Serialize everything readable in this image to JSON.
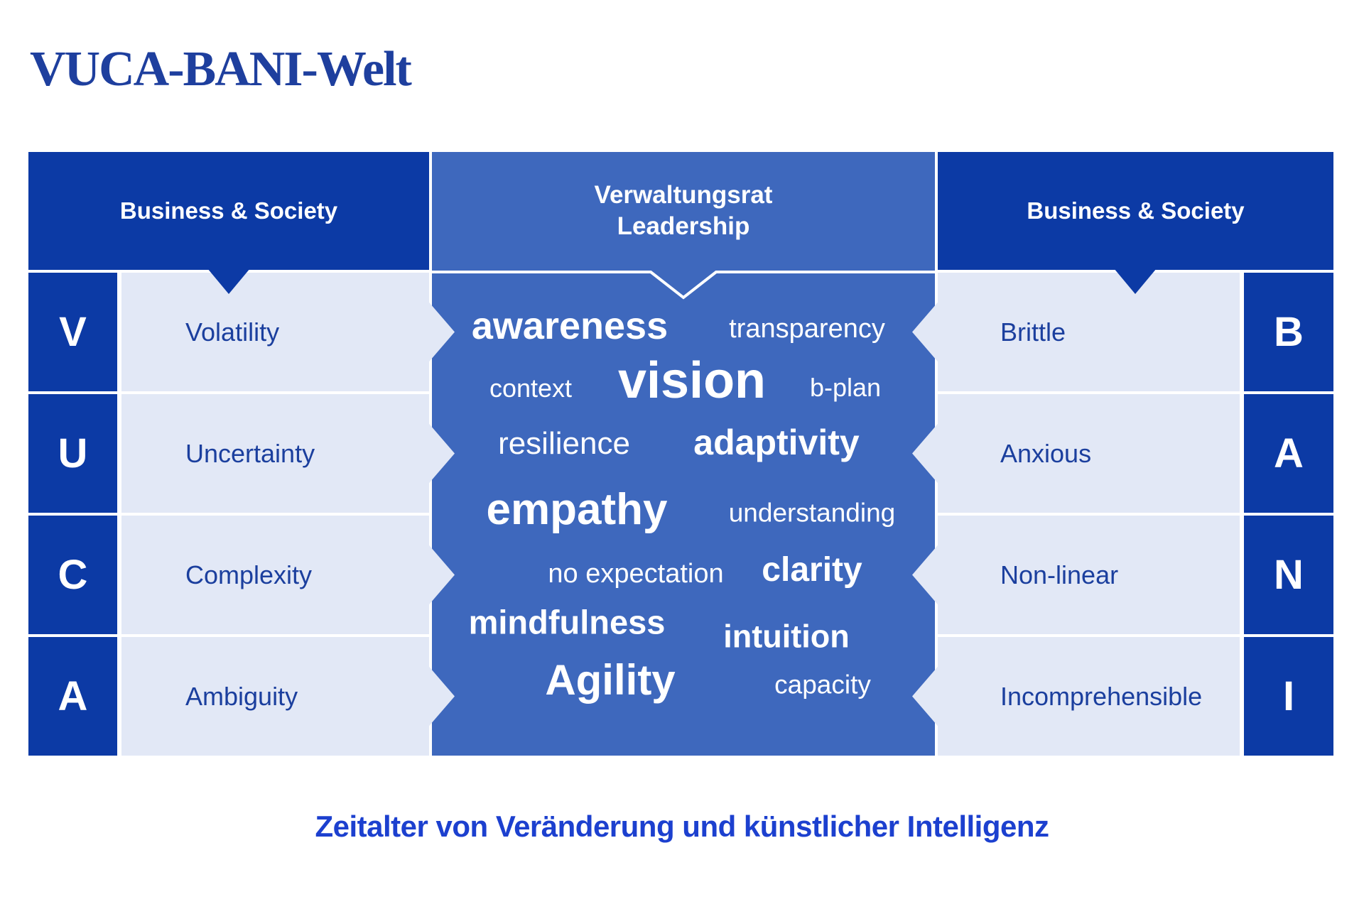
{
  "title": "VUCA-BANI-Welt",
  "colors": {
    "dark_blue": "#0c3aa5",
    "medium_blue": "#3e68bd",
    "light_row": "#e2e8f6",
    "label_text": "#1b3f9e",
    "title_text": "#1e3f9e",
    "caption_text": "#1c40cf",
    "white": "#ffffff"
  },
  "headers": {
    "left": "Business & Society",
    "center_line1": "Verwaltungsrat",
    "center_line2": "Leadership",
    "right": "Business & Society"
  },
  "vuca": {
    "letters": [
      "V",
      "U",
      "C",
      "A"
    ],
    "labels": [
      "Volatility",
      "Uncertainty",
      "Complexity",
      "Ambiguity"
    ]
  },
  "bani": {
    "letters": [
      "B",
      "A",
      "N",
      "I"
    ],
    "labels": [
      "Brittle",
      "Anxious",
      "Non-linear",
      "Incomprehensible"
    ]
  },
  "cloud": [
    {
      "text": "awareness"
    },
    {
      "text": "transparency"
    },
    {
      "text": "context"
    },
    {
      "text": "vision"
    },
    {
      "text": "b-plan"
    },
    {
      "text": "resilience"
    },
    {
      "text": "adaptivity"
    },
    {
      "text": "empathy"
    },
    {
      "text": "understanding"
    },
    {
      "text": "no expectation"
    },
    {
      "text": "clarity"
    },
    {
      "text": "mindfulness"
    },
    {
      "text": "intuition"
    },
    {
      "text": "Agility"
    },
    {
      "text": "capacity"
    }
  ],
  "caption": "Zeitalter von Veränderung und künstlicher Intelligenz"
}
